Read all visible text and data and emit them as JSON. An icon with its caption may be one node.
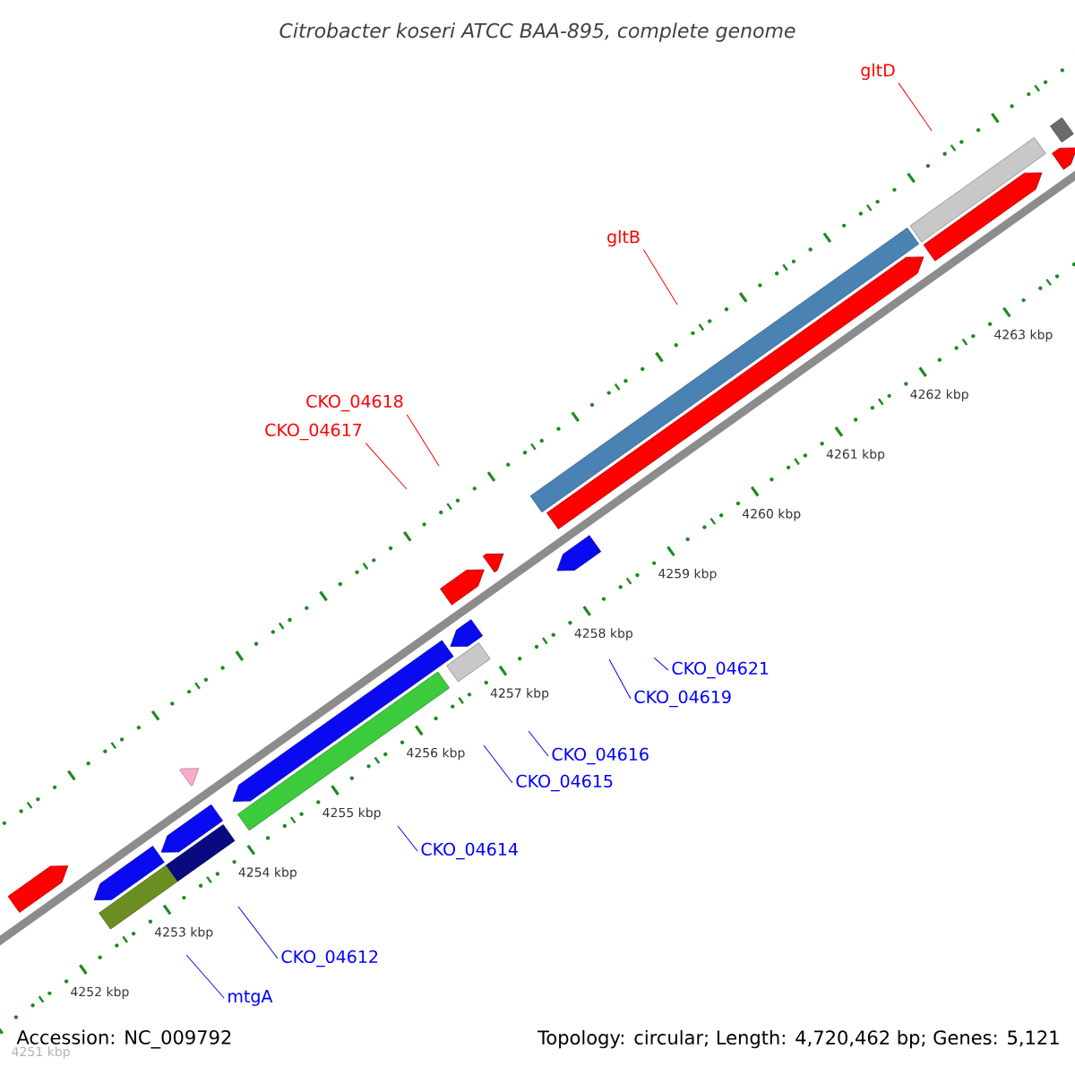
{
  "diagram": {
    "title": "*Citrobacter koseri* ATCC BAA-895, complete genome",
    "nodes": [
      {
        "text": [
          "gltD"
        ]
      },
      {
        "text": [
          "gltB"
        ]
      },
      {
        "text": [
          "CKO_04618"
        ]
      },
      {
        "text": [
          "CKO_04617"
        ]
      },
      {
        "text": [
          "CKO_04621"
        ]
      },
      {
        "text": [
          "CKO_04619"
        ]
      },
      {
        "text": [
          "CKO_04616"
        ]
      },
      {
        "text": [
          "CKO_04615"
        ]
      },
      {
        "text": [
          "CKO_04614"
        ]
      },
      {
        "text": [
          "CKO_04612"
        ]
      },
      {
        "text": [
          "mtgA"
        ]
      },
      {
        "text": [],
        "shape": "pentagon"
      },
      {
        "text": [],
        "shape": "pentagon"
      },
      {
        "text": [],
        "shape": "bar"
      },
      {
        "text": [],
        "shape": "pentagon"
      },
      {
        "text": [],
        "shape": "bar"
      },
      {
        "text": [],
        "shape": "triangle"
      },
      {
        "text": [],
        "shape": "pentagon"
      },
      {
        "text": [],
        "shape": "bar"
      },
      {
        "text": [],
        "shape": "bar"
      },
      {
        "text": [],
        "shape": "pentagon"
      },
      {
        "text": [],
        "shape": "pentagon"
      },
      {
        "text": [],
        "shape": "pentagon"
      },
      {
        "text": [],
        "shape": "pentagon"
      },
      {
        "text": [],
        "shape": "bar"
      },
      {
        "text": [],
        "shape": "pentagon"
      },
      {
        "text": [],
        "shape": "bar"
      },
      {
        "text": [],
        "shape": "pentagon"
      },
      {
        "text": [],
        "shape": "pentagon"
      },
      {
        "text": [],
        "shape": "bar"
      }
    ],
    "edges": [
      {
        "from": 0,
        "to": null,
        "arrow": "none",
        "color": "#ff0000"
      },
      {
        "from": 1,
        "to": null,
        "arrow": "none",
        "color": "#ff0000"
      },
      {
        "from": 2,
        "to": null,
        "arrow": "none",
        "color": "#ff0000"
      },
      {
        "from": 3,
        "to": null,
        "arrow": "none",
        "color": "#ff0000"
      },
      {
        "from": 4,
        "to": null,
        "arrow": "none"
      },
      {
        "from": 5,
        "to": null,
        "arrow": "none"
      },
      {
        "from": 6,
        "to": null,
        "arrow": "none"
      },
      {
        "from": 7,
        "to": null,
        "arrow": "none"
      },
      {
        "from": 8,
        "to": null,
        "arrow": "none"
      },
      {
        "from": 9,
        "to": null,
        "arrow": "none"
      },
      {
        "from": 10,
        "to": null,
        "arrow": "none"
      }
    ],
    "labels": [
      "4263 kbp",
      "4262 kbp",
      "4261 kbp",
      "4260 kbp",
      "4259 kbp",
      "4258 kbp",
      "4257 kbp",
      "4256 kbp",
      "4255 kbp",
      "4254 kbp",
      "4253 kbp",
      "4252 kbp",
      "Accession: NC_009792",
      "Topology: circular; Length: 4,720,462 bp; Genes: 5,121",
      "4251 kbp"
    ]
  }
}
